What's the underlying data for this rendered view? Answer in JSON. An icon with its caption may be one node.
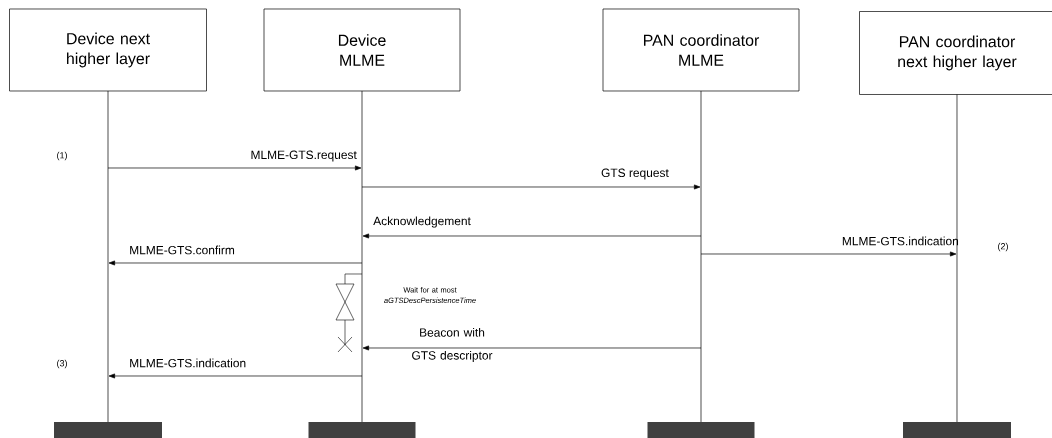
{
  "diagram": {
    "nodes": [
      {
        "text": [
          "Device next higher layer"
        ]
      },
      {
        "text": [
          "Device MLME"
        ]
      },
      {
        "text": [
          "PAN coordinator MLME"
        ]
      },
      {
        "text": [
          "PAN coordinator next higher layer"
        ]
      }
    ],
    "edges": [
      {
        "from": 0,
        "to": 1,
        "arrow": "to",
        "label": "MLME-GTS.request"
      },
      {
        "from": 1,
        "to": 2,
        "arrow": "to",
        "label": "GTS request"
      },
      {
        "from": 2,
        "to": 1,
        "arrow": "to",
        "label": "Acknowledgement"
      },
      {
        "from": 2,
        "to": 3,
        "arrow": "to",
        "label": "MLME-GTS.indication"
      },
      {
        "from": 1,
        "to": 0,
        "arrow": "to",
        "label": "MLME-GTS.confirm"
      },
      {
        "from": 2,
        "to": 1,
        "arrow": "to",
        "label": "Beacon with GTS descriptor"
      },
      {
        "from": 1,
        "to": 0,
        "arrow": "to",
        "label": "MLME-GTS.indication"
      }
    ],
    "labels": [
      "(1)",
      "(2)",
      "Wait for at most *aGTSDescPersistenceTime*",
      "(3)"
    ]
  }
}
